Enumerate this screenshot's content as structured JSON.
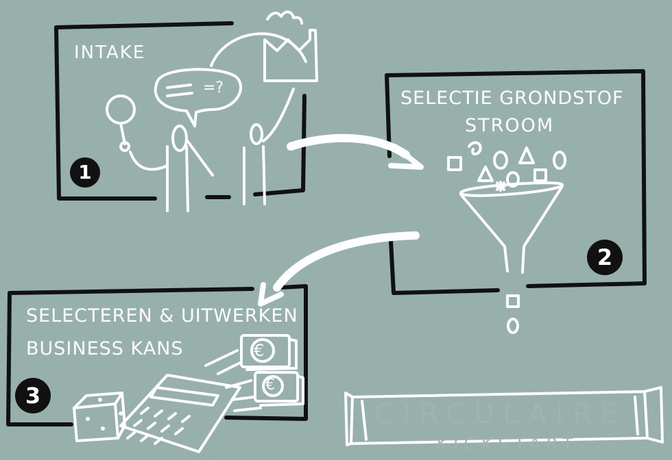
{
  "steps": [
    {
      "number": "1",
      "title": "INTAKE"
    },
    {
      "number": "2",
      "title_line1": "SELECTIE GRONDSTOF",
      "title_line2": "STROOM"
    },
    {
      "number": "3",
      "title_line1": "SELECTEREN & UITWERKEN",
      "title_line2": "BUSINESS KANS"
    }
  ],
  "speech_bubble_text": "=?",
  "currency_symbol": "€",
  "logo": {
    "title": "CIRCULAIRE",
    "subtitle": "KICKSTART"
  },
  "colors": {
    "background": "#98b0ac",
    "line": "#111111",
    "drawing": "#ffffff",
    "logo_text": "#9fb3af"
  }
}
